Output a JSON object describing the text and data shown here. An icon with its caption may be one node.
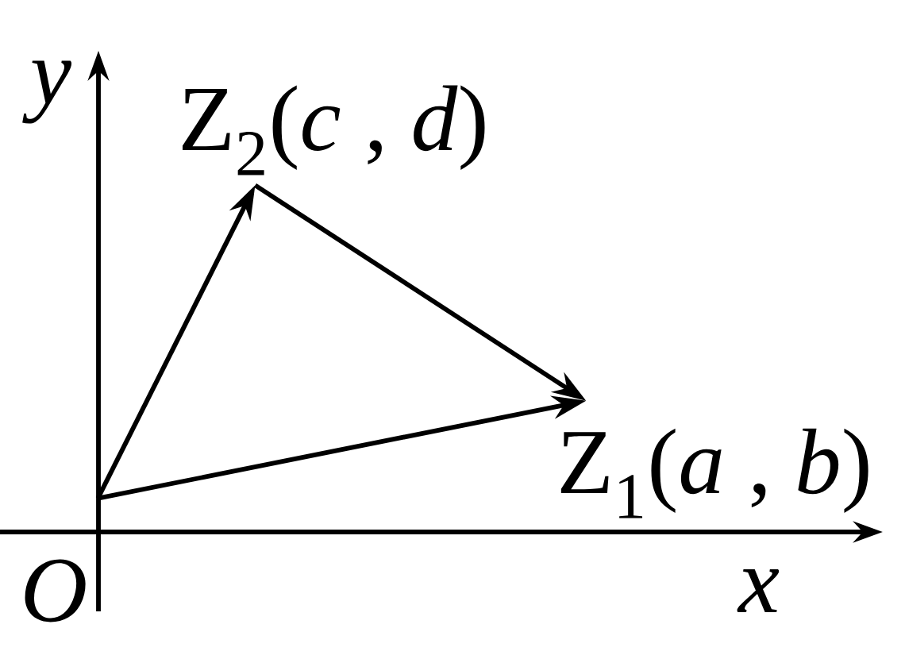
{
  "diagram": {
    "nodes": [
      {
        "text": [
          "*O*"
        ]
      },
      {
        "text": [
          "Z$_{2}$(*c* , *d*)"
        ]
      },
      {
        "text": [
          "Z$_{1}$(*a* , *b*)"
        ]
      }
    ],
    "edges": [
      {
        "from": 0,
        "to": 1,
        "arrow": "to"
      },
      {
        "from": 0,
        "to": 2,
        "arrow": "to"
      },
      {
        "from": 1,
        "to": 2,
        "arrow": "to"
      }
    ],
    "labels": [
      "*x*",
      "*y*"
    ]
  }
}
